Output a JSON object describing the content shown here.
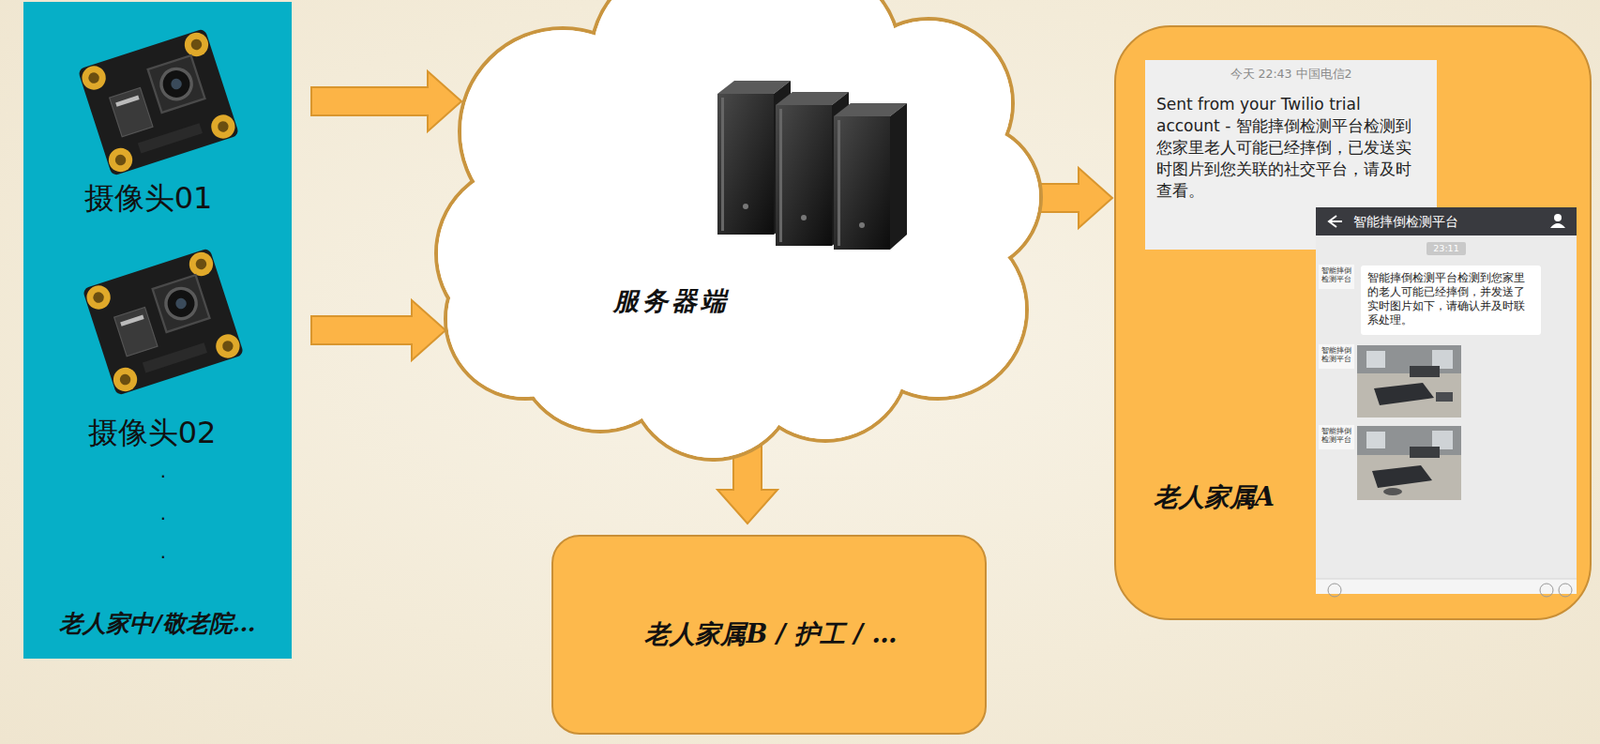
{
  "diagram": {
    "nodes": [
      {
        "text": [
          "老人家中/敬老院…"
        ]
      },
      {
        "text": [
          "摄像头01"
        ],
        "in": 0
      },
      {
        "text": [
          "摄像头02"
        ],
        "in": 0
      },
      {
        "text": [
          "服务器端"
        ]
      },
      {
        "text": [
          "老人家属A"
        ]
      },
      {
        "text": [
          "今天 22:43 中国电信2",
          "Sent from your Twilio trial account - 智能摔倒检测平台检测到您家里老人可能已经摔倒，已发送实时图片到您关联的社交平台，请及时查看。"
        ],
        "in": 4
      },
      {
        "text": [
          "智能摔倒检测平台",
          "23:11",
          "智能摔倒检测平台",
          "智能摔倒检测平台检测到您家里的老人可能已经摔倒，并发送了实时图片如下，请确认并及时联系处理。",
          "智能摔倒检测平台",
          "智能摔倒检测平台"
        ],
        "in": 4
      },
      {
        "text": [
          "老人家属B / 护工 / …"
        ]
      }
    ],
    "edges": [
      {
        "from": 1,
        "to": 3,
        "arrow": "to"
      },
      {
        "from": 2,
        "to": 3,
        "arrow": "to"
      },
      {
        "from": 3,
        "to": 4,
        "arrow": "to"
      },
      {
        "from": 3,
        "to": 7,
        "arrow": "to"
      }
    ],
    "labels": [
      ".",
      ".",
      "."
    ]
  }
}
